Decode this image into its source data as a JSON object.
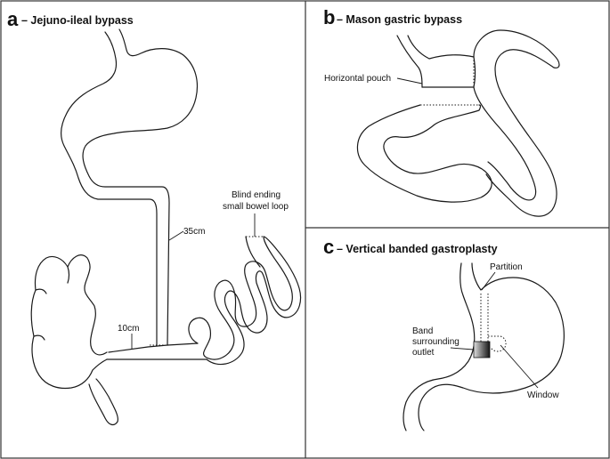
{
  "panels": {
    "a": {
      "letter": "a",
      "title": "– Jejuno-ileal bypass",
      "labels": {
        "blind_line1": "Blind ending",
        "blind_line2": "small bowel loop",
        "len_35": "35cm",
        "len_10": "10cm"
      }
    },
    "b": {
      "letter": "b",
      "title": "– Mason gastric bypass",
      "labels": {
        "pouch": "Horizontal pouch"
      }
    },
    "c": {
      "letter": "c",
      "title": "– Vertical banded gastroplasty",
      "labels": {
        "partition": "Partition",
        "band_line1": "Band",
        "band_line2": "surrounding",
        "band_line3": "outlet",
        "window": "Window"
      }
    }
  }
}
